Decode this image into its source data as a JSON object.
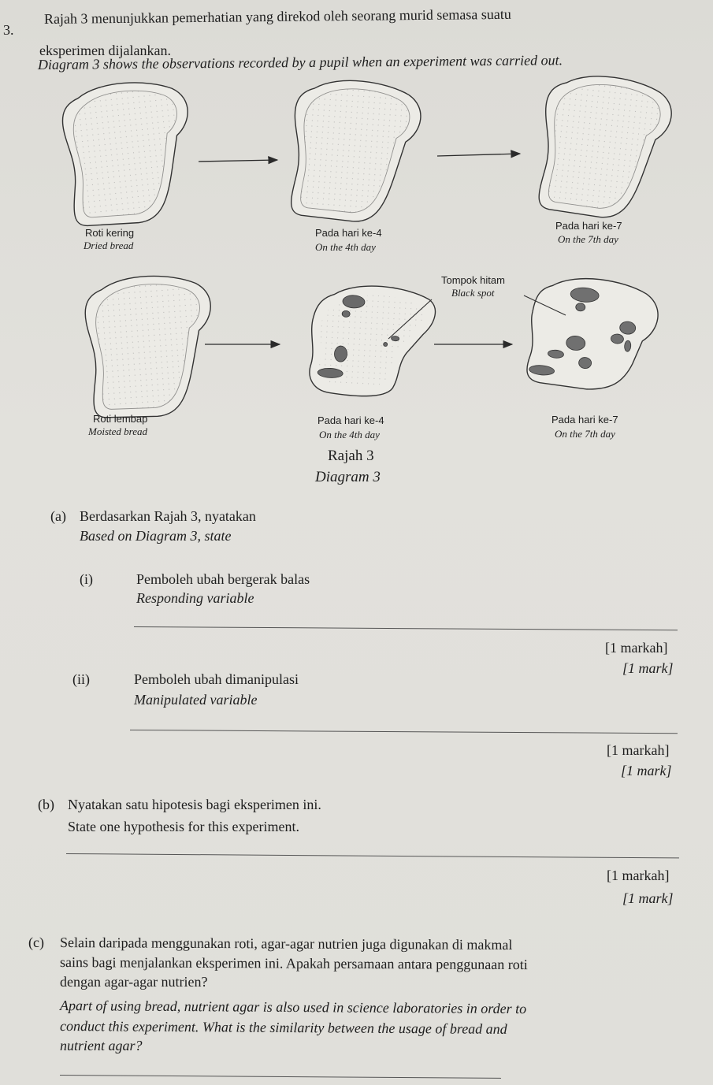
{
  "question": {
    "number": "3.",
    "intro_ms_1": "Rajah 3 menunjukkan pemerhatian yang direkod oleh seorang murid semasa suatu",
    "intro_ms_2": "eksperimen dijalankan.",
    "intro_en": "Diagram 3 shows the observations recorded by a pupil when an experiment was carried out."
  },
  "diagram": {
    "row1": {
      "start_ms": "Roti kering",
      "start_en": "Dried bread",
      "mid_ms": "Pada hari ke-4",
      "mid_en": "On the 4th day",
      "end_ms": "Pada hari ke-7",
      "end_en": "On the 7th day"
    },
    "row2": {
      "start_ms": "Roti lembap",
      "start_en": "Moisted bread",
      "mid_ms": "Pada hari ke-4",
      "mid_en": "On the 4th day",
      "end_ms": "Pada hari ke-7",
      "end_en": "On the 7th day"
    },
    "callout_ms": "Tompok hitam",
    "callout_en": "Black spot",
    "title_ms": "Rajah 3",
    "title_en": "Diagram 3"
  },
  "part_a": {
    "label": "(a)",
    "stem_ms": "Berdasarkan Rajah 3, nyatakan",
    "stem_en": "Based on Diagram 3, state",
    "i": {
      "label": "(i)",
      "ms": "Pemboleh ubah bergerak balas",
      "en": "Responding variable",
      "marks_ms": "[1 markah]",
      "marks_en": "[1 mark]"
    },
    "ii": {
      "label": "(ii)",
      "ms": "Pemboleh ubah dimanipulasi",
      "en": "Manipulated variable",
      "marks_ms": "[1 markah]",
      "marks_en": "[1 mark]"
    }
  },
  "part_b": {
    "label": "(b)",
    "ms": "Nyatakan satu hipotesis bagi eksperimen ini.",
    "en": "State one hypothesis for this experiment.",
    "marks_ms": "[1 markah]",
    "marks_en": "[1 mark]"
  },
  "part_c": {
    "label": "(c)",
    "ms_1": "Selain daripada menggunakan roti, agar-agar nutrien juga digunakan di makmal",
    "ms_2": "sains bagi menjalankan eksperimen ini. Apakah persamaan antara penggunaan roti",
    "ms_3": "dengan agar-agar nutrien?",
    "en_1": "Apart of using bread, nutrient agar is also used in science laboratories in order to",
    "en_2": "conduct this experiment. What is the similarity between the usage of bread and",
    "en_3": "nutrient agar?"
  }
}
